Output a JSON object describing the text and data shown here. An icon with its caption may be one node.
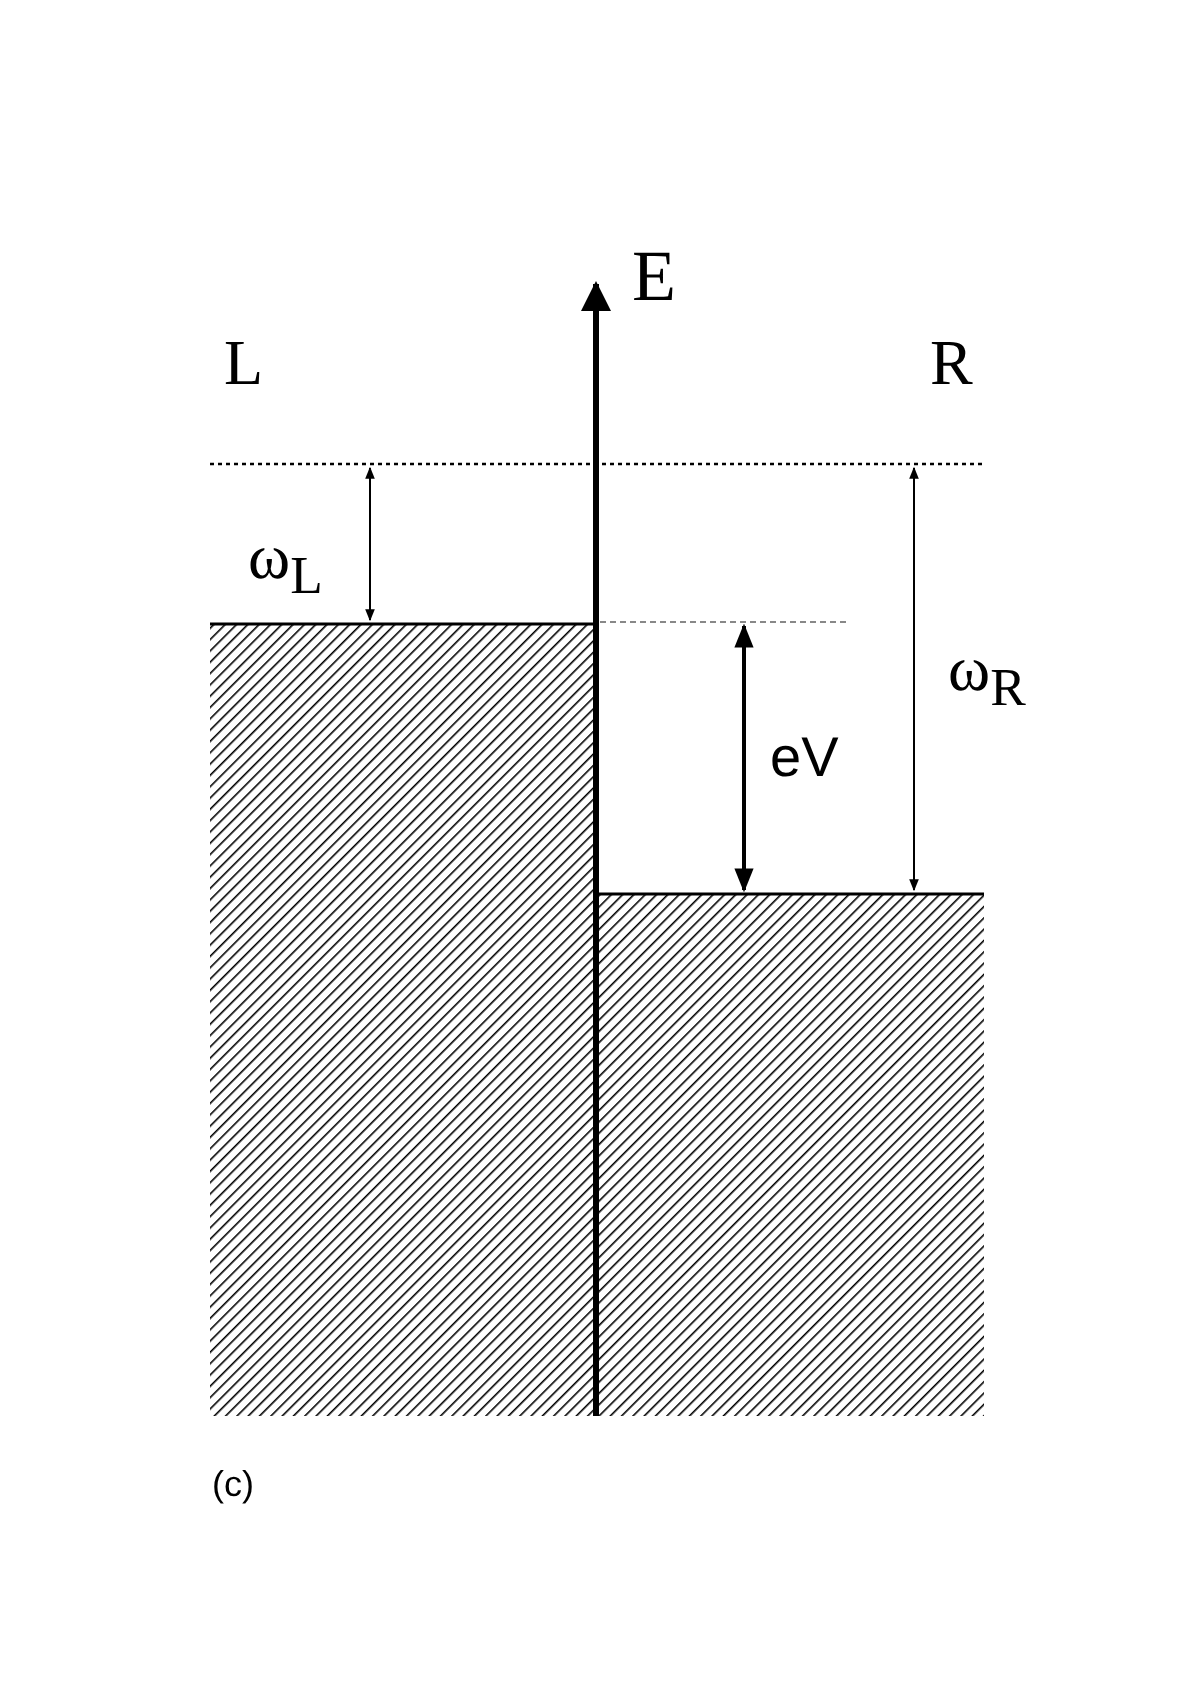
{
  "diagram": {
    "labels": [
      "E",
      "L",
      "R",
      "ω$_{L}$",
      "eV",
      "ω$_{R}$",
      "(c)"
    ]
  }
}
